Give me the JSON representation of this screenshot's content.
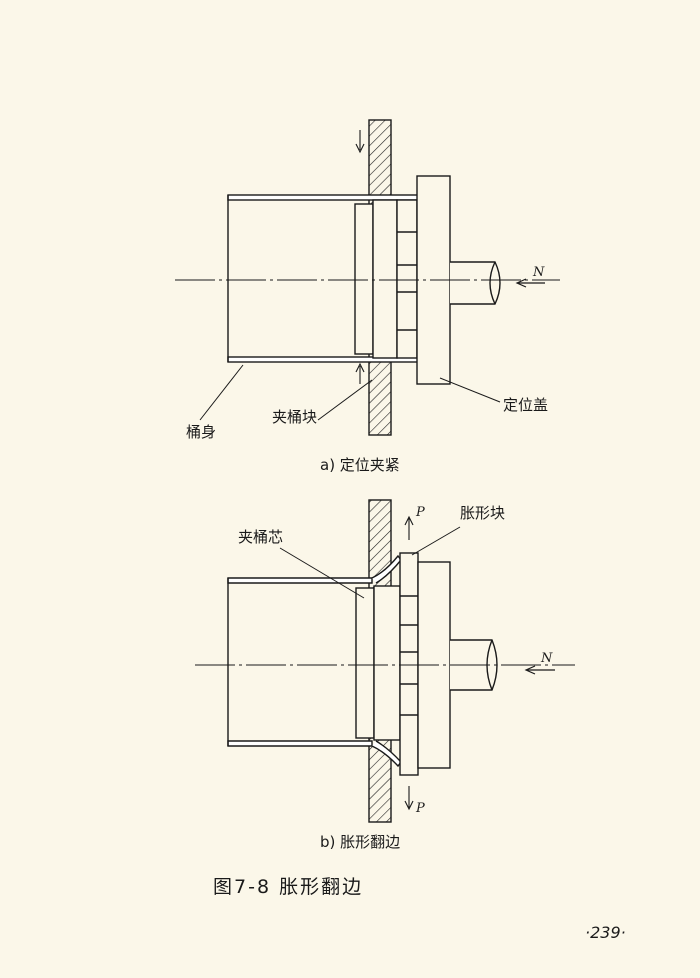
{
  "diagram_a": {
    "label_tube_body": "桶身",
    "label_clamp_block": "夹桶块",
    "label_positioning_cover": "定位盖",
    "force_n": "N",
    "caption": "a) 定位夹紧"
  },
  "diagram_b": {
    "label_clamp_core": "夹桶芯",
    "label_expansion_block": "胀形块",
    "force_p_top": "P",
    "force_p_bottom": "P",
    "force_n": "N",
    "caption": "b) 胀形翻边"
  },
  "figure_caption": "图7-8 胀形翻边",
  "page_number": "·239·"
}
